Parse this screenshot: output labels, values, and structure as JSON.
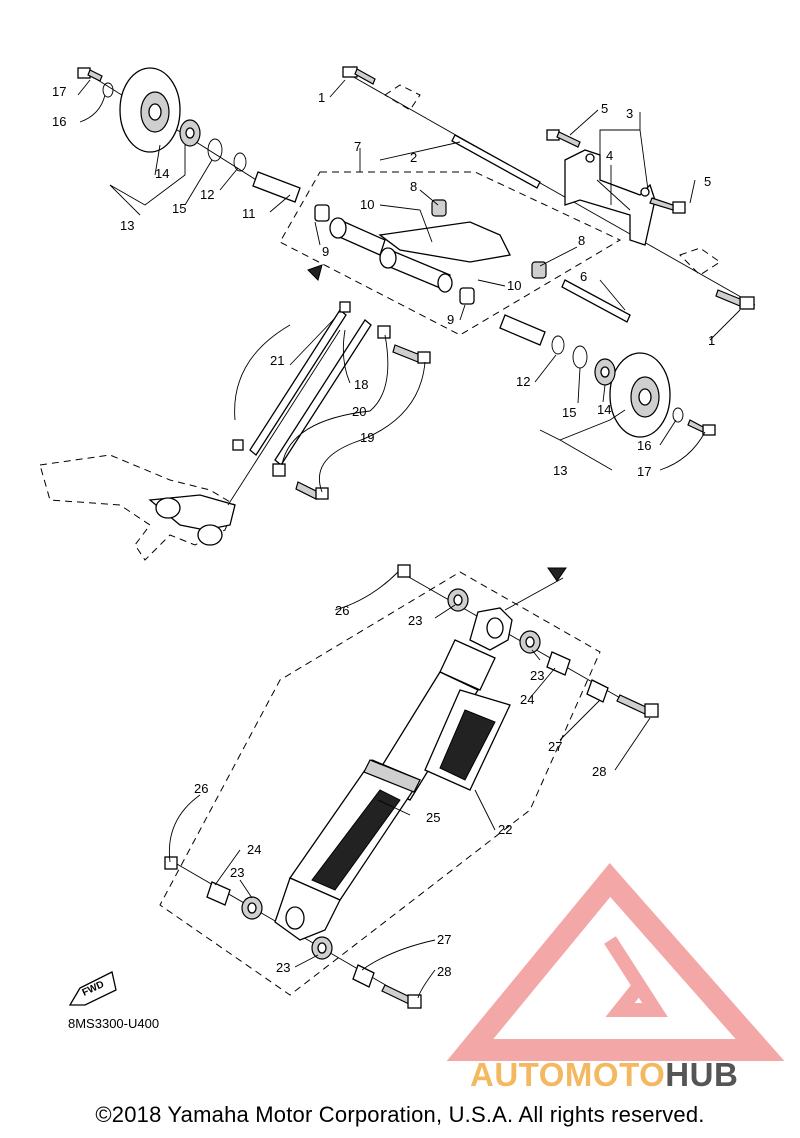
{
  "diagram_code": "8MS3300-U400",
  "copyright": "©2018 Yamaha Motor Corporation, U.S.A. All rights reserved.",
  "fwd_label": "FWD",
  "watermark": {
    "auto": "AUTO",
    "moto": "MOTO",
    "hub": "HUB",
    "auto_color": "#f4b860",
    "hub_color": "#555555",
    "logo_color": "#f08a8a"
  },
  "callouts": [
    "1",
    "2",
    "3",
    "4",
    "5",
    "6",
    "7",
    "8",
    "9",
    "10",
    "11",
    "12",
    "13",
    "14",
    "15",
    "16",
    "17",
    "18",
    "19",
    "20",
    "21",
    "22",
    "23",
    "24",
    "25",
    "26",
    "27",
    "28"
  ]
}
